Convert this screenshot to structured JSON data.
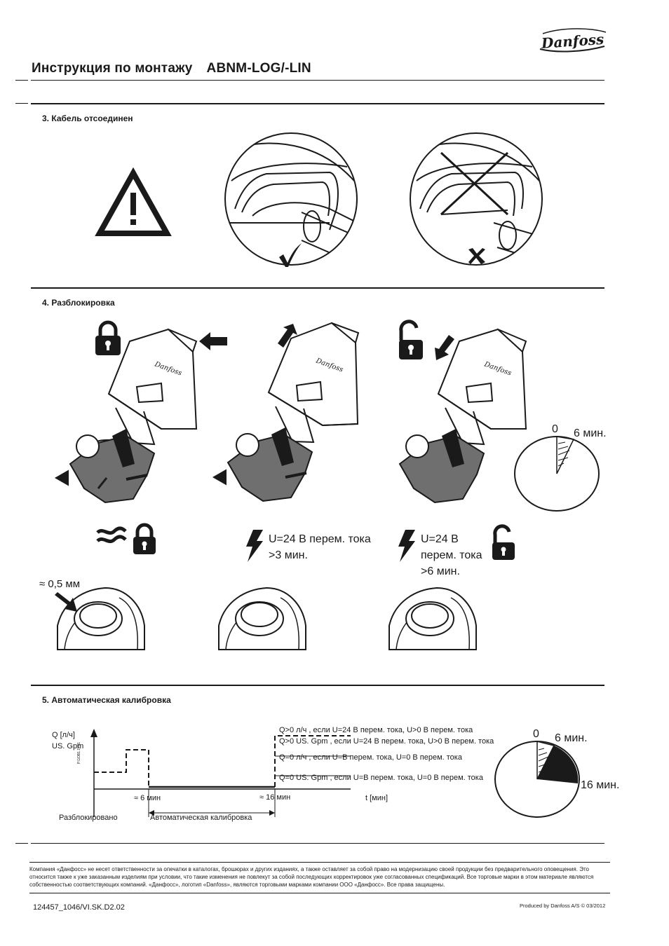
{
  "brand": {
    "logo_text": "Danfoss"
  },
  "header": {
    "title": "Инструкция по монтажу",
    "model": "ABNM-LOG/-LIN"
  },
  "section3": {
    "title": "3. Кабель отсоединен"
  },
  "section4": {
    "title": "4. Разблокировка",
    "timer_start": "0",
    "timer_end": "6 мин.",
    "stroke_label": "≈ 0,5 мм",
    "step2_line1": "U=24 В перем. тока",
    "step2_line2": ">3 мин.",
    "step3_line1": "U=24 В",
    "step3_line2": "перем. тока",
    "step3_line3": ">6 мин."
  },
  "section5": {
    "title": "5. Автоматическая калибровка",
    "y_label_1": "Q [л/ч]",
    "y_label_2": "US. Gpm",
    "x_label": "t [мин]",
    "tick_6": "≈ 6 мин",
    "tick_16": "≈ 16 мин",
    "phase_unlocked": "Разблокировано",
    "phase_calibration": "Автоматическая калибровка",
    "annotation_1": "Q>0 л/ч , если U=24 В перем. тока, U>0 В перем. тока",
    "annotation_2": "Q>0 US. Gpm , если U=24 В перем. тока, U>0 В перем. тока",
    "annotation_3": "Q=0 л/ч , если U=В перем. тока, U=0 В перем. тока",
    "annotation_4": "Q=0 US. Gpm , если U=В перем. тока, U=0 В перем. тока",
    "figure_code": "P.GOB1.1Y01",
    "pie_start": "0",
    "pie_6": "6 мин.",
    "pie_16": "16 мин."
  },
  "footer": {
    "disclaimer": "Компания «Данфосс» не несет ответственности за опечатки в каталогах, брошюрах и других изданиях, а также оставляет за собой право на модернизацию своей продукции без предварительного оповещения. Это относится также к уже заказанным изделиям при условии, что такие изменения не повлекут за собой последующих корректировок уже согласованных спецификаций. Все торговые марки в этом материале являются собственностью соответствующих компаний. «Данфосс», логотип «Danfoss», являются торговыми марками компании ООО «Данфосс». Все права защищены.",
    "doc_number": "124457_1046/VI.SK.D2.02",
    "produced_by": "Produced by Danfoss A/S © 03/2012"
  },
  "colors": {
    "ink": "#1a1a1a",
    "valve_gray": "#6f6f6f",
    "rule": "#1a1a1a"
  },
  "icons": [
    "warning-triangle-icon",
    "checkmark-icon",
    "cross-icon",
    "padlock-closed-icon",
    "padlock-open-icon",
    "arrow-icon",
    "lightning-icon",
    "approx-icon",
    "clock-pie-icon"
  ]
}
